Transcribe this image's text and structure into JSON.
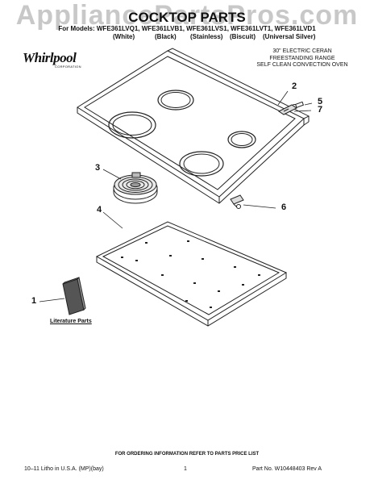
{
  "watermark": "AppliancePartsPros.com",
  "header": {
    "title": "COCKTOP PARTS",
    "models_line": "For Models: WFE361LVQ1, WFE361LVB1, WFE361LVS1, WFE361LVT1, WFE361LVD1",
    "colors": [
      "(White)",
      "(Black)",
      "(Stainless)",
      "(Biscuit)",
      "(Universal Silver)"
    ]
  },
  "logo": {
    "name": "Whirlpool",
    "sub": "CORPORATION"
  },
  "product": {
    "line1": "30\" ELECTRIC CERAN",
    "line2": "FREESTANDING RANGE",
    "line3": "SELF CLEAN CONVECTION OVEN"
  },
  "callouts": {
    "c1": "1",
    "c2": "2",
    "c3": "3",
    "c4": "4",
    "c5": "5",
    "c6": "6",
    "c7": "7"
  },
  "literature_label": "Literature Parts",
  "ordering": "FOR ORDERING INFORMATION REFER TO PARTS PRICE LIST",
  "footer": {
    "left": "10–11 Litho in U.S.A. (MP)(bay)",
    "center": "1",
    "right": "Part No. W10448403 Rev A"
  }
}
